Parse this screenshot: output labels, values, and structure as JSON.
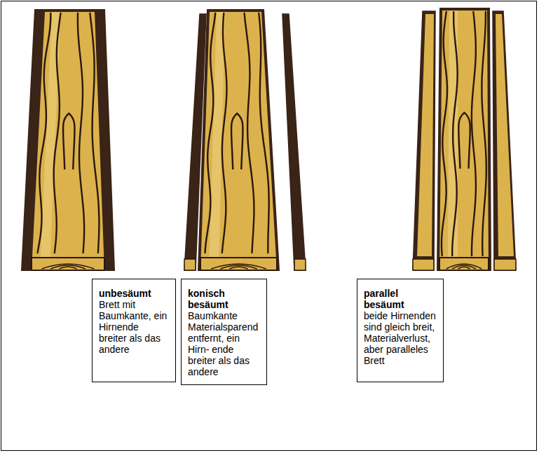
{
  "diagram": {
    "nodes": [
      {
        "text": [
          "unbesäumt",
          "Brett mit Baumkante, ein Hirnende breiter als das andere"
        ]
      },
      {
        "text": [
          "konisch besäumt",
          "Baumkante Materialsparend entfernt, ein Hirn- ende breiter als das andere"
        ]
      },
      {
        "text": [
          "parallel besäumt",
          "beide Hirnenden sind gleich breit, Materialverlust, aber paralleles Brett"
        ]
      }
    ]
  }
}
